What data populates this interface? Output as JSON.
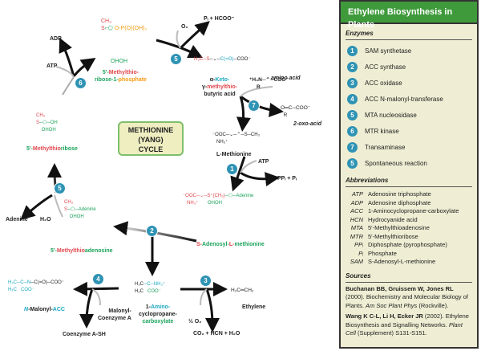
{
  "title": "Ethylene Biosynthesis in Plants",
  "cycle_label": [
    "METHIONINE",
    "(YANG)",
    "CYCLE"
  ],
  "colors": {
    "header": "#3f9a3c",
    "panel_bg": "#efeed4",
    "badge": "#2f93b4",
    "center_box_bg": "#eeeec0",
    "red": "#e0474c",
    "green": "#1aa35a",
    "orange": "#f39c12",
    "cyan": "#1aa7c0"
  },
  "compounds": {
    "mtr1p": {
      "line1a": "5'-",
      "line1b": "Methylthio-",
      "line2a": "ribose-1-",
      "line2b": "phosphate"
    },
    "kmba": {
      "line1a": "α-",
      "line1b": "Keto-",
      "line2a": "γ-",
      "line2b": "methylthio-",
      "line3": "butyric acid"
    },
    "methionine": {
      "name": "L-Methionine"
    },
    "sam": {
      "a": "S-",
      "b": "Adenosyl-",
      "c": "L-",
      "d": "methionine"
    },
    "mta": {
      "a": "5'-",
      "b": "Methylthio",
      "c": "adenosine"
    },
    "mtr": {
      "a": "5'-",
      "b": "Methylthio",
      "c": "ribose"
    },
    "acc": {
      "line1a": "1-",
      "line1b": "Amino-",
      "line2": "cyclopropane-",
      "line3": "carboxylate"
    },
    "macc": {
      "a": "N",
      "b": "-Malonyl-",
      "c": "ACC"
    },
    "ethylene": {
      "name": "Ethylene",
      "formula": "H₂C═CH₂"
    }
  },
  "side_labels": {
    "adp": "ADP",
    "atp_top": "ATP",
    "o2": "O₂",
    "pi_hcoo": "Pᵢ + HCOO⁻",
    "amino_acid": "amino acid",
    "oxo_acid": "2-oxo-acid",
    "atp_right": "ATP",
    "ppi_pi": "PPᵢ + Pᵢ",
    "adenine": "Adenine",
    "h2o": "H₂O",
    "malonyl_coa": [
      "Malonyl-",
      "Coenzyme A"
    ],
    "coa_sh": "Coenzyme A-SH",
    "half_o2": "½ O₂",
    "products": "CO₂ + HCN + H₂O"
  },
  "badges": {
    "b1": "1",
    "b2": "2",
    "b3": "3",
    "b4": "4",
    "b5a": "5",
    "b5b": "5",
    "b6": "6",
    "b7": "7"
  },
  "panel": {
    "enzymes_title": "Enzymes",
    "enzymes": [
      {
        "num": "1",
        "name": "SAM synthetase"
      },
      {
        "num": "2",
        "name": "ACC synthase"
      },
      {
        "num": "3",
        "name": "ACC oxidase"
      },
      {
        "num": "4",
        "name": "ACC N-malonyl-transferase"
      },
      {
        "num": "5",
        "name": "MTA nucleosidase"
      },
      {
        "num": "6",
        "name": "MTR kinase"
      },
      {
        "num": "7",
        "name": "Transaminase"
      },
      {
        "num": "5",
        "name": "Spontaneous reaction"
      }
    ],
    "abbreviations_title": "Abbreviations",
    "abbreviations": [
      {
        "key": "ATP",
        "value": "Adenosine triphosphate"
      },
      {
        "key": "ADP",
        "value": "Adenosine diphosphate"
      },
      {
        "key": "ACC",
        "value": "1-Aminocyclopropane-carboxylate"
      },
      {
        "key": "HCN",
        "value": "Hydrocyanide acid"
      },
      {
        "key": "MTA",
        "value": "5'-Methylthioadenosine"
      },
      {
        "key": "MTR",
        "value": "5'-Methylthioribose"
      },
      {
        "key": "PPᵢ",
        "value": "Diphosphate (pyrophosphate)"
      },
      {
        "key": "Pᵢ",
        "value": "Phosphate"
      },
      {
        "key": "SAM",
        "value": "S-Adenosyl-L-methionine"
      }
    ],
    "sources_title": "Sources",
    "sources": [
      {
        "authors": "Buchanan BB, Gruissem W, Jones RL",
        "year": " (2000).",
        "title": "Biochemistry and Molecular Biology of Plants.",
        "journal": "Am Soc Plant Phys",
        "extra": " (Rockville)."
      },
      {
        "authors": "Wang K C-L, Li H, Ecker JR",
        "year": " (2002). ",
        "title": "Ethylene Biosynthesis and Signalling Networks.",
        "journal": "Plant Cell",
        "extra": " (Supplement) S131-S151."
      }
    ]
  }
}
